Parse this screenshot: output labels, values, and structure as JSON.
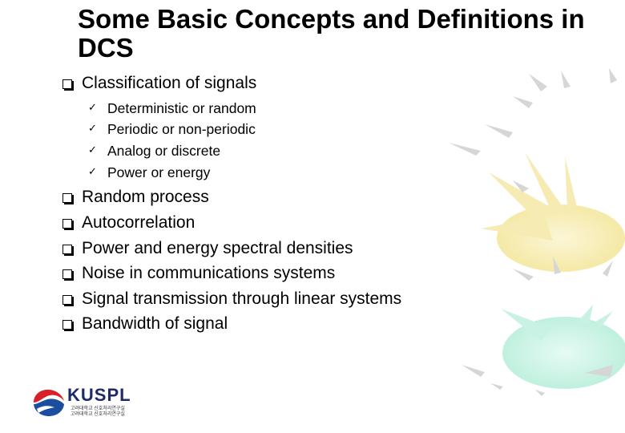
{
  "slide": {
    "title": "Some Basic Concepts and Definitions in DCS",
    "items": [
      {
        "label": "Classification of signals",
        "subitems": [
          "Deterministic or random",
          "Periodic or non-periodic",
          "Analog or discrete",
          "Power or energy"
        ]
      },
      {
        "label": "Random process"
      },
      {
        "label": "Autocorrelation"
      },
      {
        "label": "Power and energy spectral densities"
      },
      {
        "label": "Noise in communications systems"
      },
      {
        "label": "Signal transmission through linear systems"
      },
      {
        "label": "Bandwidth of signal"
      }
    ]
  },
  "logo": {
    "name": "KUSPL",
    "tagline_1": "고려대학교 신호처리연구실",
    "tagline_2": "고려대학교 신호처리연구실"
  },
  "colors": {
    "logo_navy": "#1f2a6b",
    "logo_red": "#d81f2a",
    "logo_blue": "#1c4ea0",
    "decor_yellow": "#f7edb4",
    "decor_teal": "#c7f1e3",
    "decor_gray": "#d9d9d9"
  }
}
